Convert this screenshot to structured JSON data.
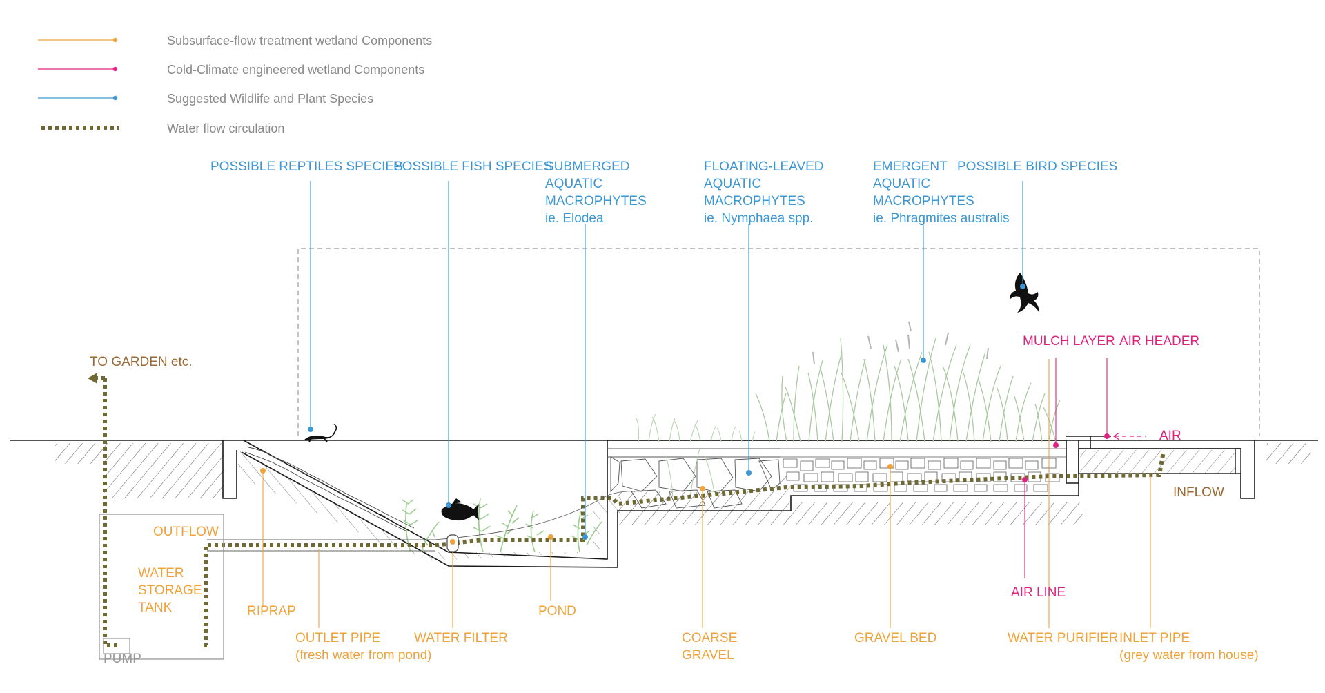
{
  "colors": {
    "orange": "#f0a33a",
    "magenta": "#e0237f",
    "blue": "#3d97d3",
    "olive": "#6f6a34",
    "brown": "#9a6a35",
    "ground": "#1a1a1a",
    "grass": "#a9c9a0",
    "grass_dark": "#7aa57a",
    "legend_text": "#8a8a8a"
  },
  "legend": [
    {
      "label": "Subsurface-flow treatment wetland Components",
      "color_key": "orange",
      "style": "line"
    },
    {
      "label": "Cold-Climate engineered wetland Components",
      "color_key": "magenta",
      "style": "line"
    },
    {
      "label": "Suggested Wildlife and Plant Species",
      "color_key": "blue",
      "style": "line"
    },
    {
      "label": "Water flow circulation",
      "color_key": "olive",
      "style": "dotted"
    }
  ],
  "labels": {
    "reptiles": [
      "POSSIBLE REPTILES SPECIES"
    ],
    "fish": [
      "POSSIBLE FISH SPECIES"
    ],
    "submerged": [
      "SUBMERGED",
      "AQUATIC",
      "MACROPHYTES",
      "ie. Elodea"
    ],
    "floating": [
      "FLOATING-LEAVED",
      "AQUATIC",
      "MACROPHYTES",
      "ie.  Nymphaea spp."
    ],
    "emergent": [
      "EMERGENT",
      "AQUATIC",
      "MACROPHYTES",
      "ie. Phragmites australis"
    ],
    "bird": [
      "POSSIBLE BIRD SPECIES"
    ],
    "mulch": [
      "MULCH LAYER"
    ],
    "air_header": [
      "AIR HEADER"
    ],
    "air": [
      "AIR"
    ],
    "inflow": [
      "INFLOW"
    ],
    "to_garden": [
      "TO GARDEN etc."
    ],
    "outflow": [
      "OUTFLOW"
    ],
    "tank": [
      "WATER",
      "STORAGE",
      "TANK"
    ],
    "pump": [
      "PUMP"
    ],
    "riprap": [
      "RIPRAP"
    ],
    "outlet": [
      "OUTLET PIPE",
      "(fresh water from pond)"
    ],
    "water_filter": [
      "WATER FILTER"
    ],
    "pond": [
      "POND"
    ],
    "coarse": [
      "COARSE",
      "GRAVEL"
    ],
    "gravel_bed": [
      "GRAVEL BED"
    ],
    "air_line": [
      "AIR LINE"
    ],
    "purifier": [
      "WATER PURIFIER"
    ],
    "inlet": [
      "INLET PIPE",
      "(grey water from house)"
    ]
  }
}
